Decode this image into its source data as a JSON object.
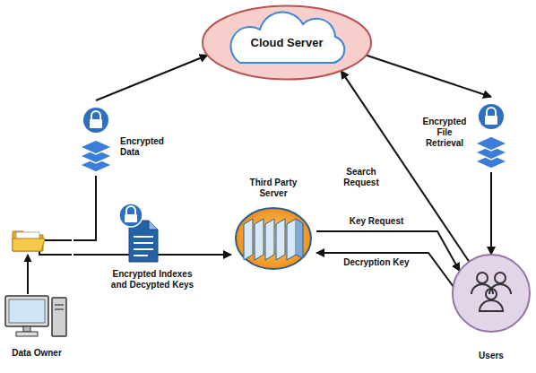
{
  "diagram": {
    "nodes": [
      {
        "text": [
          "Cloud Server"
        ]
      },
      {
        "text": [
          "Encrypted Data"
        ]
      },
      {
        "text": [
          "Encrypted File Retrieval"
        ]
      },
      {
        "text": [
          "Third Party Server"
        ]
      },
      {
        "text": [
          "Encrypted Indexes and Decypted Keys"
        ]
      },
      {
        "text": [
          "Data Owner"
        ]
      },
      {
        "text": [
          "Users"
        ]
      }
    ],
    "edges": [
      {
        "from": 5,
        "to": 1,
        "arrow": "none"
      },
      {
        "from": 1,
        "to": 0,
        "arrow": "to"
      },
      {
        "from": 0,
        "to": 2,
        "arrow": "to"
      },
      {
        "from": 2,
        "to": 6,
        "arrow": "to"
      },
      {
        "from": 6,
        "to": 0,
        "label": "Search Request",
        "arrow": "to"
      },
      {
        "from": 5,
        "to": 4,
        "arrow": "none"
      },
      {
        "from": 4,
        "to": 3,
        "arrow": "to"
      },
      {
        "from": 3,
        "to": 6,
        "label": "Key Request",
        "arrow": "to"
      },
      {
        "from": 6,
        "to": 3,
        "label": "Decryption Key",
        "arrow": "to"
      }
    ]
  }
}
